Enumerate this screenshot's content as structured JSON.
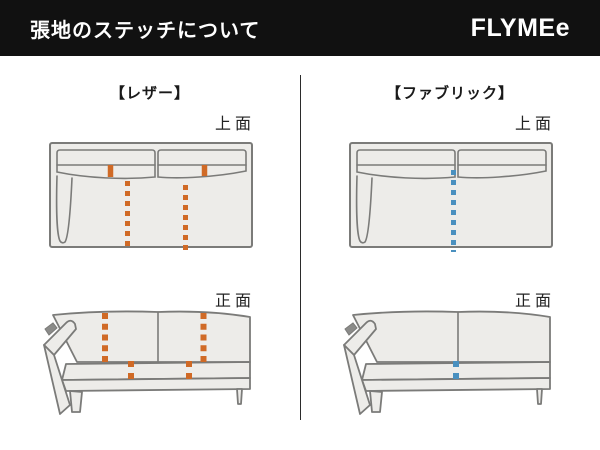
{
  "header": {
    "title": "張地のステッチについて",
    "logo": "FLYMEe"
  },
  "columns": [
    {
      "id": "leather",
      "label": "【レザー】",
      "stitch_color": "#d06a26",
      "stitch_style": "two dashed seam lines per view",
      "views": [
        {
          "type": "top",
          "label": "上面"
        },
        {
          "type": "front",
          "label": "正面"
        }
      ]
    },
    {
      "id": "fabric",
      "label": "【ファブリック】",
      "stitch_color": "#4a90bf",
      "stitch_style": "single center dashed seam line per view",
      "views": [
        {
          "type": "top",
          "label": "上面"
        },
        {
          "type": "front",
          "label": "正面"
        }
      ]
    }
  ],
  "colors": {
    "header_bg": "#111111",
    "divider": "#2b2b2b",
    "outline": "#7b7b79",
    "fill": "#edece9",
    "leather_stitch": "#d06a26",
    "fabric_stitch": "#4a90bf"
  }
}
